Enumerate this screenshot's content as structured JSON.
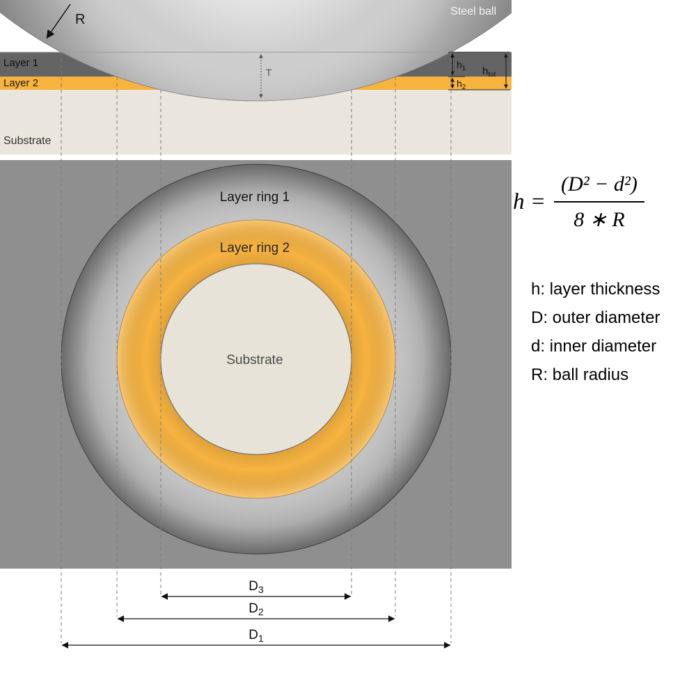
{
  "cross_section": {
    "steel_ball_label": "Steel ball",
    "radius_label": "R",
    "layer1_label": "Layer 1",
    "layer2_label": "Layer 2",
    "substrate_label": "Substrate",
    "depth_label": "T",
    "h1": {
      "base": "h",
      "sub": "1"
    },
    "h2": {
      "base": "h",
      "sub": "2"
    },
    "htot": {
      "base": "h",
      "sub": "tot"
    }
  },
  "top_view": {
    "ring1_label": "Layer ring 1",
    "ring2_label": "Layer ring 2",
    "substrate_label": "Substrate"
  },
  "dimensions": {
    "d1": {
      "base": "D",
      "sub": "1"
    },
    "d2": {
      "base": "D",
      "sub": "2"
    },
    "d3": {
      "base": "D",
      "sub": "3"
    }
  },
  "formula": {
    "lhs": "h =",
    "numerator": "(D² − d²)",
    "denominator": "8 ∗ R"
  },
  "legend": {
    "items": [
      "h: layer thickness",
      "D: outer diameter",
      "d: inner diameter",
      "R: ball radius"
    ]
  },
  "colors": {
    "layer1": "#646464",
    "layer2": "#f7b33e",
    "substrate_band": "#eae6dd",
    "steel_ball": "#cdcdcd",
    "top_view_background": "#8f8f8f",
    "ring1_gray": "#c0c0c0",
    "ring2_orange": "#f7b340",
    "substrate_circle": "#e7e3d9"
  }
}
